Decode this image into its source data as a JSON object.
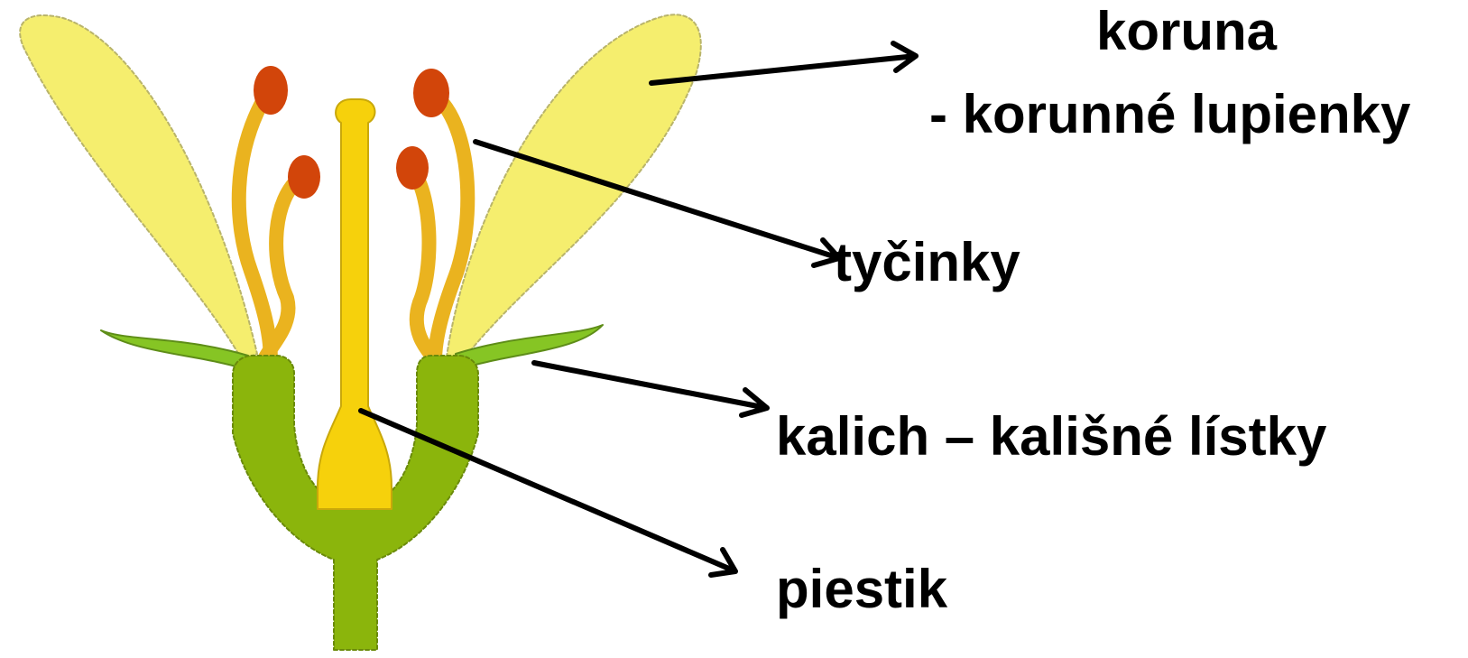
{
  "labels": {
    "koruna": "koruna",
    "korunne_lupienky": "- korunné lupienky",
    "tycinky": "tyčinky",
    "kalich": "kalich – kališné lístky",
    "piestik": "piestik"
  },
  "colors": {
    "petal": "#f5ee6e",
    "stamen_filament": "#eab31f",
    "anther": "#d2450a",
    "pistil": "#f6d10c",
    "receptacle": "#8bb50c",
    "sepal": "#86c524",
    "arrow": "#000000"
  }
}
